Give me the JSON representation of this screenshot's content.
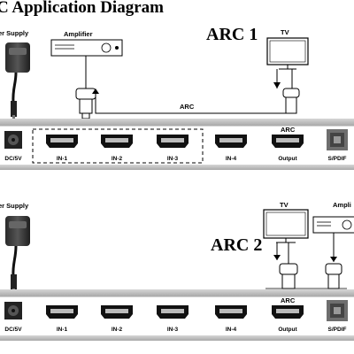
{
  "title": "C Application Diagram",
  "section1": {
    "arc_label": "ARC 1",
    "power_supply_label": "er Supply",
    "amplifier_label": "Amplifier",
    "tv_label": "TV",
    "cable_label": "ARC"
  },
  "section2": {
    "arc_label": "ARC 2",
    "power_supply_label": "er Supply",
    "tv_label": "TV",
    "amplifier_label": "Ampli"
  },
  "panel": {
    "dc_label": "DC/5V",
    "ports": [
      "IN-1",
      "IN-2",
      "IN-3",
      "IN-4",
      "Output"
    ],
    "output_top_label": "ARC",
    "spdif_label": "S/PDIF"
  }
}
